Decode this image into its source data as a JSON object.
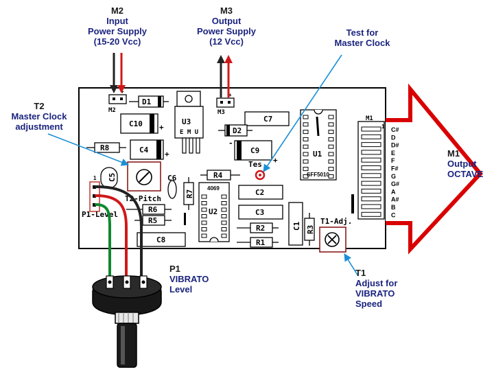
{
  "labels": {
    "m2": {
      "id": "M2",
      "lines": [
        "Input",
        "Power Supply",
        "(15-20 Vcc)"
      ]
    },
    "m3": {
      "id": "M3",
      "lines": [
        "Output",
        "Power Supply",
        "(12 Vcc)"
      ]
    },
    "test": {
      "lines": [
        "Test for",
        "Master Clock"
      ]
    },
    "t2": {
      "id": "T2",
      "lines": [
        "Master Clock",
        "adjustment"
      ]
    },
    "m1": {
      "id": "M1",
      "lines": [
        "Output",
        "OCTAVE"
      ]
    },
    "p1": {
      "id": "P1",
      "lines": [
        "VIBRATO",
        "Level"
      ]
    },
    "t1": {
      "id": "T1",
      "lines": [
        "Adjust for",
        "VIBRATO",
        "Speed"
      ]
    }
  },
  "board": {
    "d1": "D1",
    "d2": "D2",
    "c10": "C10",
    "u3": "U3",
    "u3_sub": "E M U",
    "c7": "C7",
    "r8": "R8",
    "c4": "C4",
    "c9": "C9",
    "u1": "U1",
    "u1_sub": "SFF5010",
    "c5": "C5",
    "c6": "C6",
    "r4": "R4",
    "tes": "Tes",
    "u2": "U2",
    "u2_sub": "4069",
    "r7": "R7",
    "t2_pitch": "T2-Pitch",
    "r6": "R6",
    "r5": "R5",
    "p1_level": "P1-Level",
    "c2": "C2",
    "c3": "C3",
    "c1": "C1",
    "r3": "R3",
    "t1_adj": "T1-Adj.",
    "r2": "R2",
    "r1": "R1",
    "c8": "C8",
    "m2_conn": "M2",
    "m3_conn": "M3",
    "m1_conn": "M1",
    "plus": "+",
    "minus": "-",
    "pin1": "1"
  },
  "notes": [
    "C#",
    "D",
    "D#",
    "E",
    "F",
    "F#",
    "G",
    "G#",
    "A",
    "A#",
    "B",
    "C"
  ],
  "colors": {
    "wire_black": "#222222",
    "wire_red": "#d01818",
    "wire_green": "#0e8a2e",
    "callout": "#1b8fd6",
    "arrow_red": "#d90000",
    "label_blue": "#1a237e",
    "test_point": "#d01818"
  }
}
